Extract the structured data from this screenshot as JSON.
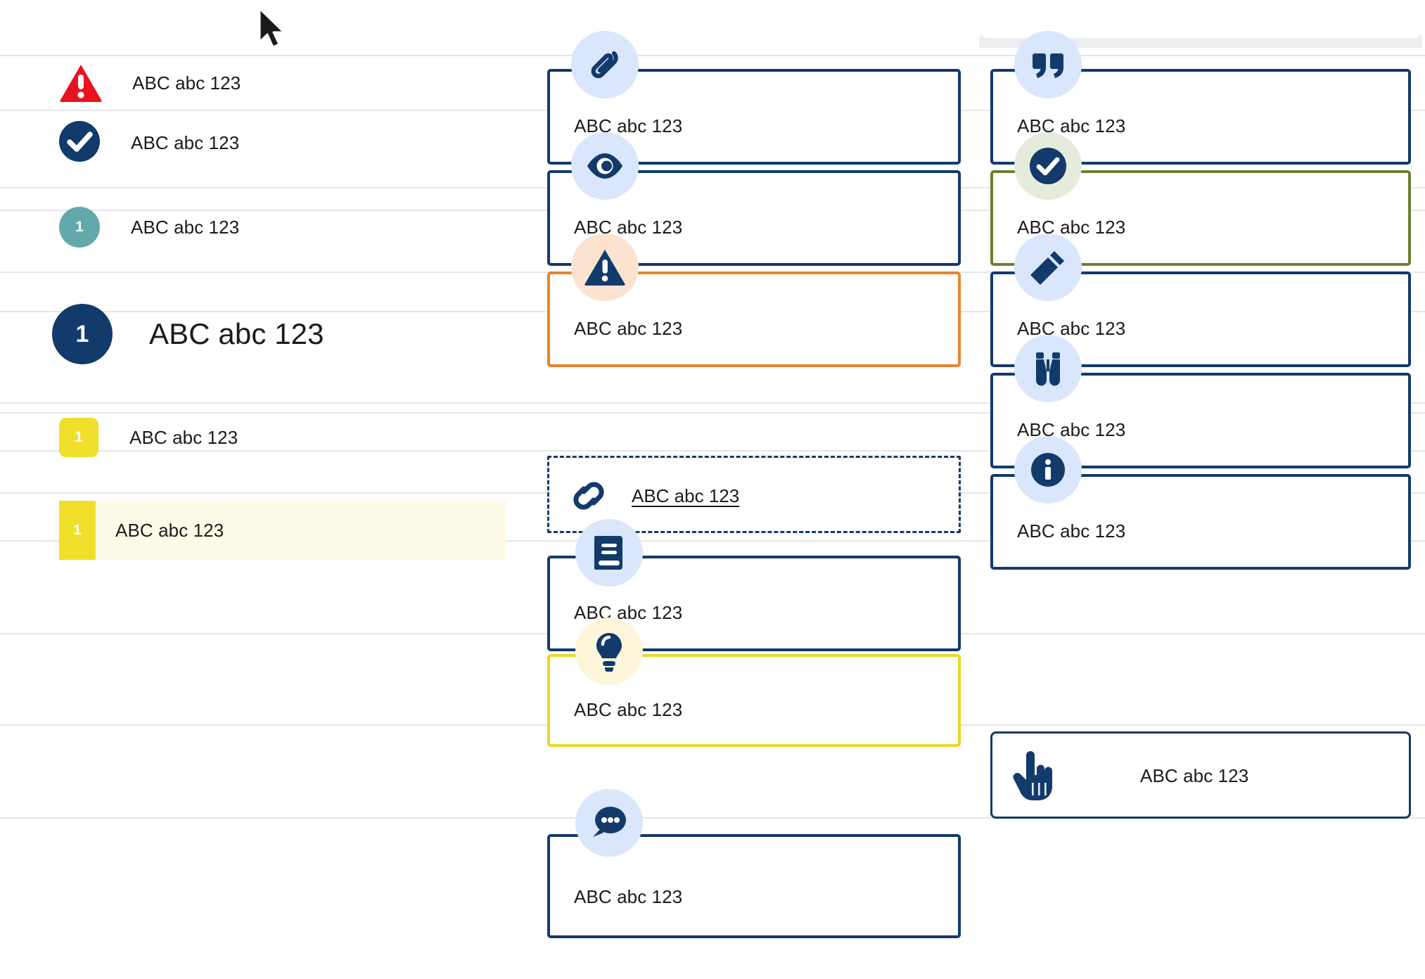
{
  "sidebar": {
    "items": [
      {
        "badge": "",
        "icon": "warning-triangle-icon",
        "label": "ABC abc 123"
      },
      {
        "badge": "",
        "icon": "check-circle-icon",
        "label": "ABC abc 123"
      },
      {
        "badge": "1",
        "icon": "number-circle-teal-icon",
        "label": "ABC abc 123"
      },
      {
        "badge": "1",
        "icon": "number-circle-navy-large-icon",
        "label": "ABC abc 123"
      },
      {
        "badge": "1",
        "icon": "number-square-yellow-icon",
        "label": "ABC abc 123"
      },
      {
        "badge": "1",
        "icon": "number-square-yellow-highlight-icon",
        "label": "ABC abc 123"
      }
    ]
  },
  "middle_column": {
    "cards": [
      {
        "icon": "paperclip-icon",
        "label": "ABC abc 123",
        "border": "navy"
      },
      {
        "icon": "eye-icon",
        "label": "ABC abc 123",
        "border": "navy"
      },
      {
        "icon": "warning-triangle-icon",
        "label": "ABC abc 123",
        "border": "orange"
      },
      {
        "icon": "link-icon",
        "label": "ABC abc 123",
        "border": "navy-dashed"
      },
      {
        "icon": "book-icon",
        "label": "ABC abc 123",
        "border": "navy"
      },
      {
        "icon": "lightbulb-icon",
        "label": "ABC abc 123",
        "border": "yellow"
      },
      {
        "icon": "speech-bubble-icon",
        "label": "ABC abc 123",
        "border": "navy"
      }
    ]
  },
  "right_column": {
    "cards": [
      {
        "icon": "quote-icon",
        "label": "ABC abc 123",
        "border": "navy"
      },
      {
        "icon": "check-circle-icon",
        "label": "ABC abc 123",
        "border": "green"
      },
      {
        "icon": "pencil-icon",
        "label": "ABC abc 123",
        "border": "navy"
      },
      {
        "icon": "binoculars-icon",
        "label": "ABC abc 123",
        "border": "navy"
      },
      {
        "icon": "info-circle-icon",
        "label": "ABC abc 123",
        "border": "navy"
      },
      {
        "icon": "pointing-hand-icon",
        "label": "ABC abc 123",
        "border": "navy-thin"
      }
    ]
  },
  "colors": {
    "navy": "#123a6b",
    "navy_dark": "#0f3363",
    "red": "#e8131e",
    "teal": "#63a8ab",
    "yellow": "#efdf2a",
    "orange": "#e8852a",
    "green": "#69802f",
    "icon_bg_blue": "#d9e6fb",
    "icon_bg_peach": "#fce3cf",
    "icon_bg_mint": "#e6ecdb",
    "icon_bg_cream": "#fdf6da",
    "highlight_bg": "#fdfbe8",
    "rule": "#e4e6e8"
  },
  "cursor": {
    "name": "mouse-pointer"
  }
}
